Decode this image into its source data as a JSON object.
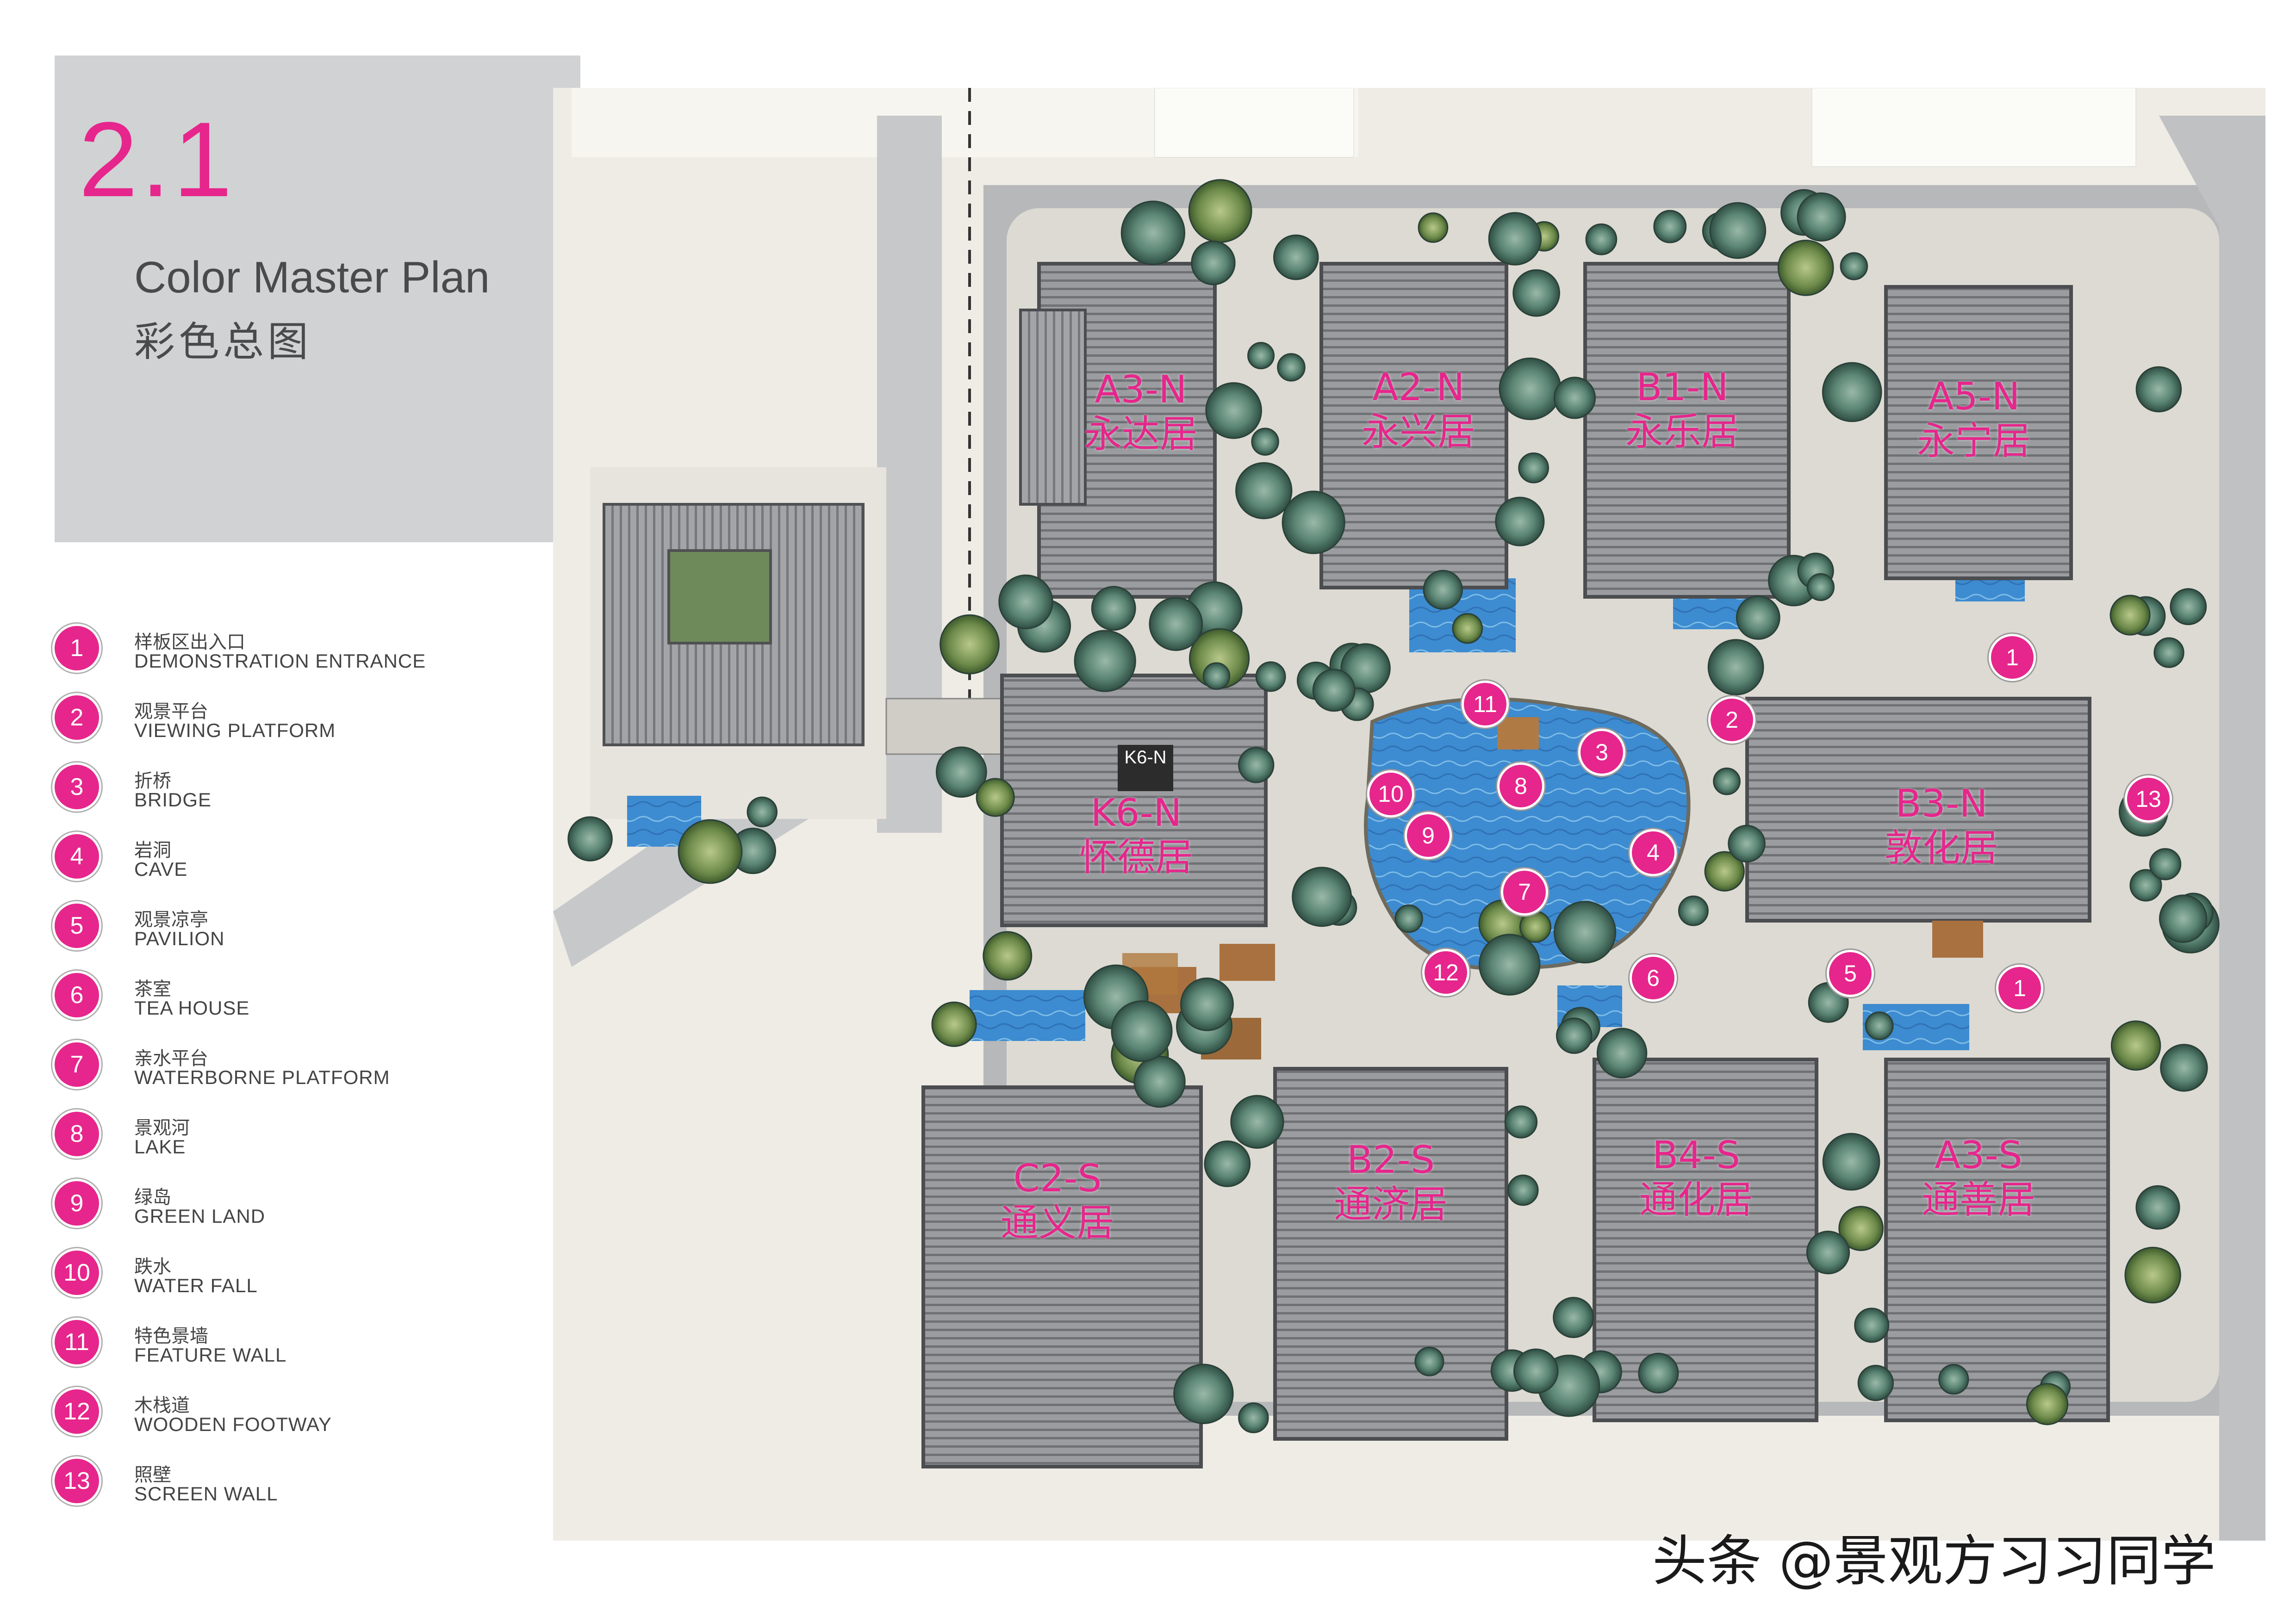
{
  "header": {
    "section_number": "2.1",
    "title_en": "Color Master Plan",
    "title_zh": "彩色总图"
  },
  "legend": [
    {
      "number": "1",
      "zh": "样板区出入口",
      "en": "DEMONSTRATION ENTRANCE"
    },
    {
      "number": "2",
      "zh": "观景平台",
      "en": "VIEWING PLATFORM"
    },
    {
      "number": "3",
      "zh": "折桥",
      "en": "BRIDGE"
    },
    {
      "number": "4",
      "zh": "岩洞",
      "en": "CAVE"
    },
    {
      "number": "5",
      "zh": "观景凉亭",
      "en": "PAVILION"
    },
    {
      "number": "6",
      "zh": "茶室",
      "en": "TEA HOUSE"
    },
    {
      "number": "7",
      "zh": "亲水平台",
      "en": "WATERBORNE PLATFORM"
    },
    {
      "number": "8",
      "zh": "景观河",
      "en": "LAKE"
    },
    {
      "number": "9",
      "zh": "绿岛",
      "en": "GREEN LAND"
    },
    {
      "number": "10",
      "zh": "跌水",
      "en": "WATER FALL"
    },
    {
      "number": "11",
      "zh": "特色景墙",
      "en": "FEATURE WALL"
    },
    {
      "number": "12",
      "zh": "木栈道",
      "en": "WOODEN FOOTWAY"
    },
    {
      "number": "13",
      "zh": "照壁",
      "en": "SCREEN WALL"
    }
  ],
  "units": [
    {
      "code": "A3-N",
      "name": "永达居"
    },
    {
      "code": "A2-N",
      "name": "永兴居"
    },
    {
      "code": "B1-N",
      "name": "永乐居"
    },
    {
      "code": "A5-N",
      "name": "永宁居"
    },
    {
      "code": "K6-N",
      "name": "怀德居"
    },
    {
      "code": "B3-N",
      "name": "敦化居"
    },
    {
      "code": "C2-S",
      "name": "通义居"
    },
    {
      "code": "B2-S",
      "name": "通济居"
    },
    {
      "code": "B4-S",
      "name": "通化居"
    },
    {
      "code": "A3-S",
      "name": "通善居"
    }
  ],
  "map_markers": [
    "1",
    "1",
    "2",
    "3",
    "4",
    "5",
    "6",
    "7",
    "8",
    "9",
    "10",
    "11",
    "12",
    "13"
  ],
  "building_sign": "K6-N",
  "watermark": "头条 @景观方习习同学",
  "colors": {
    "accent": "#e6268c",
    "roof": "#8f9194",
    "water": "#3f8fd4",
    "tree": "#4f7a68",
    "paving": "#d8d6cf",
    "road": "#bcbdbf"
  }
}
